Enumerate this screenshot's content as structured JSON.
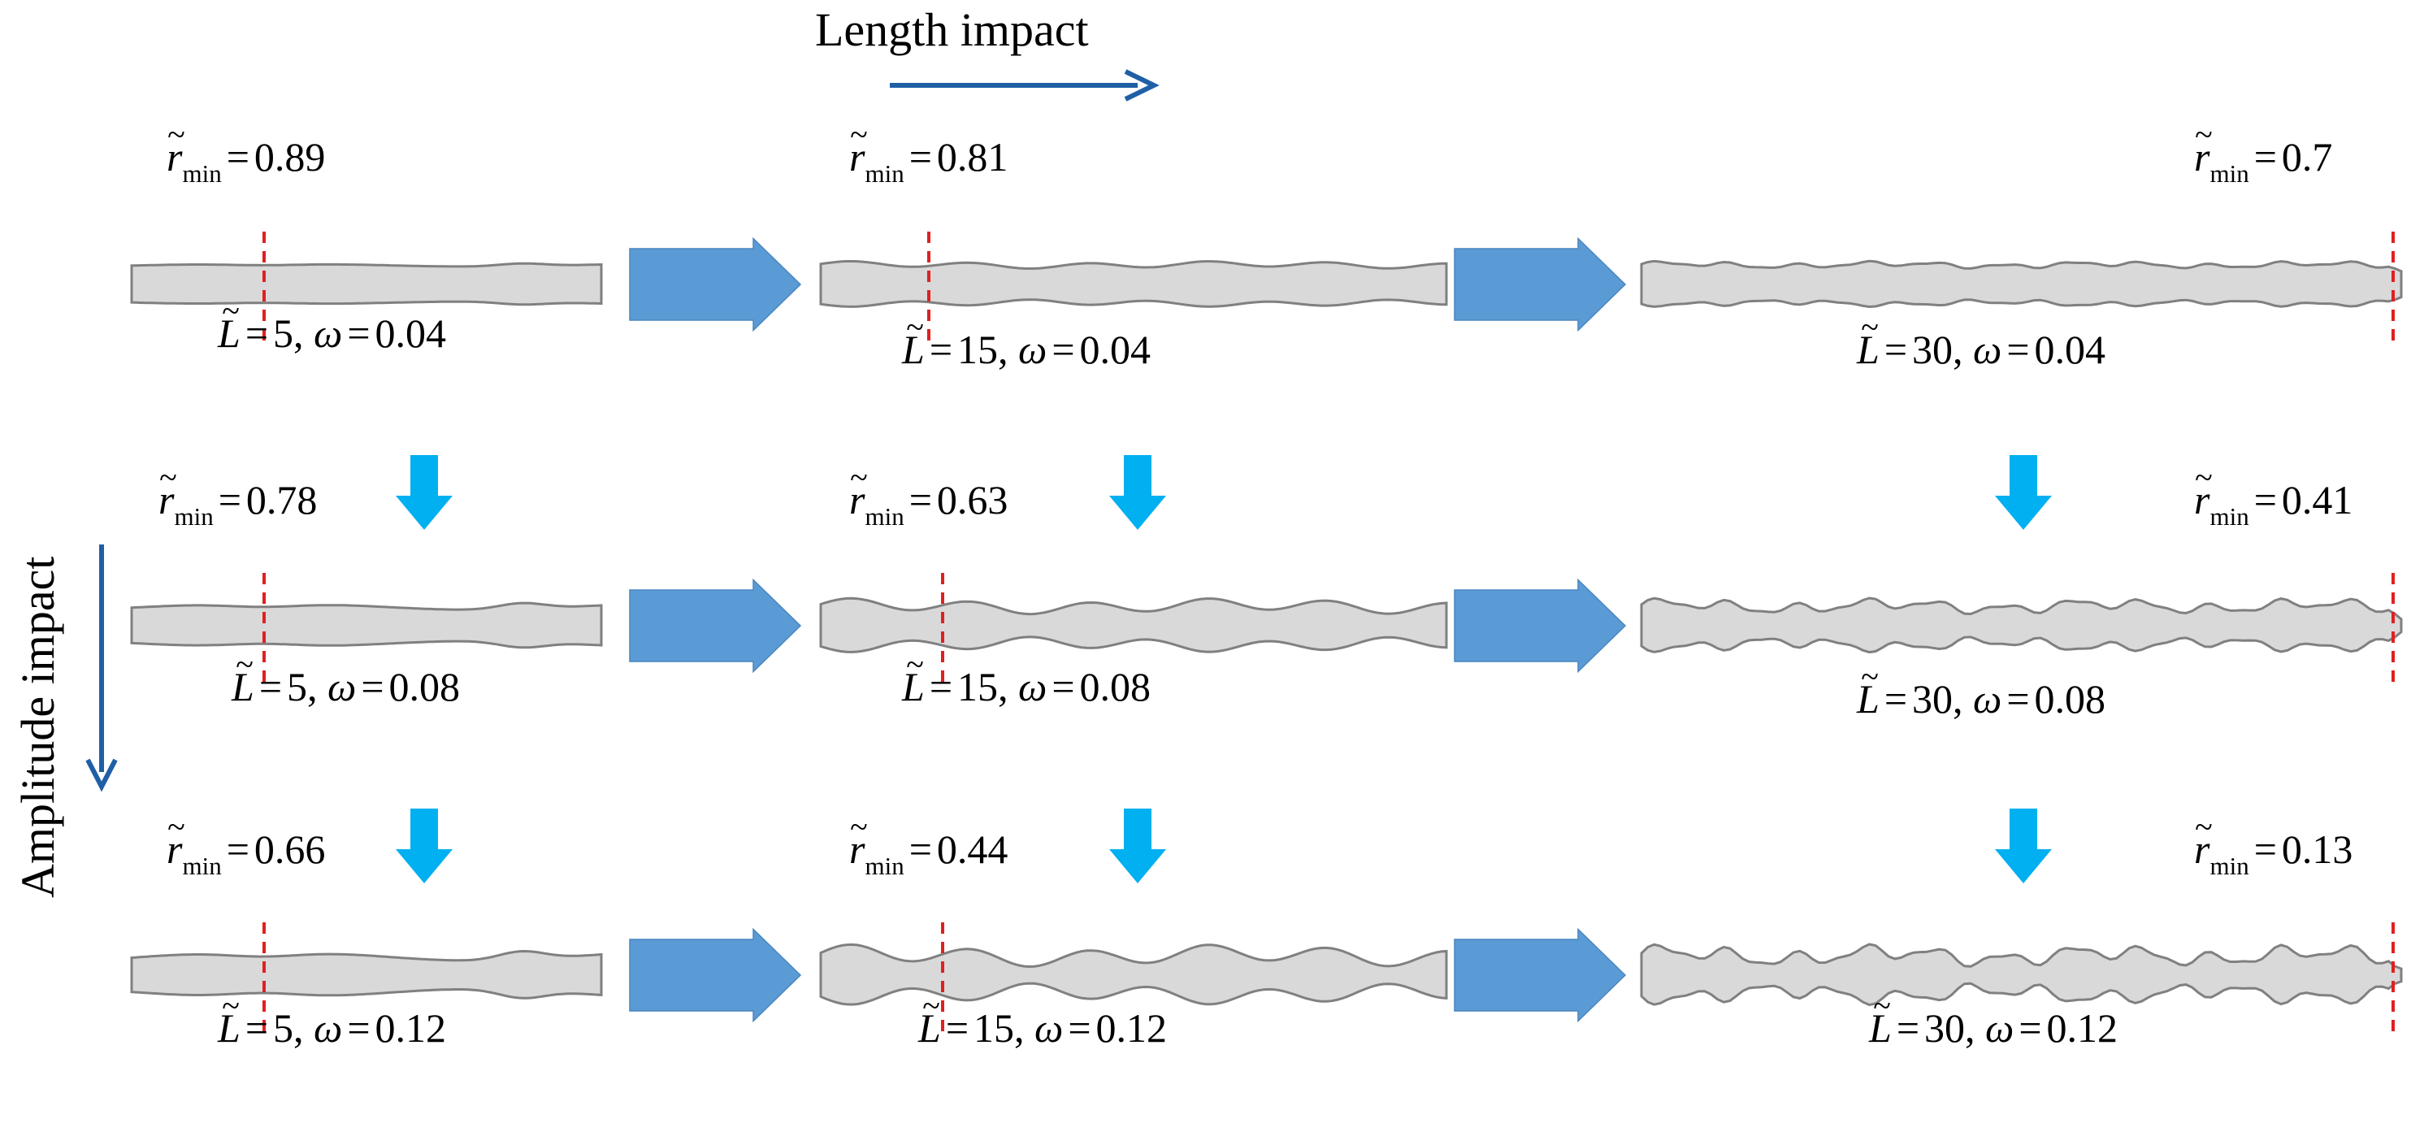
{
  "headers": {
    "length_impact": "Length impact",
    "amplitude_impact": "Amplitude impact"
  },
  "colors": {
    "blue_arrow": "#5b9bd5",
    "cyan_arrow": "#00b0f0",
    "impact_arrow": "#1f5fa6",
    "shape_fill": "#d9d9d9",
    "shape_edge": "#808080",
    "marker": "#e02020"
  },
  "symbols": {
    "r_sub": "min",
    "L": "L",
    "omega": "ω",
    "eq": "="
  },
  "cells": [
    {
      "row": 0,
      "col": 0,
      "rmin": "0.89",
      "L": "5",
      "omega": "0.04"
    },
    {
      "row": 0,
      "col": 1,
      "rmin": "0.81",
      "L": "15",
      "omega": "0.04"
    },
    {
      "row": 0,
      "col": 2,
      "rmin": "0.7",
      "L": "30",
      "omega": "0.04"
    },
    {
      "row": 1,
      "col": 0,
      "rmin": "0.78",
      "L": "5",
      "omega": "0.08"
    },
    {
      "row": 1,
      "col": 1,
      "rmin": "0.63",
      "L": "15",
      "omega": "0.08"
    },
    {
      "row": 1,
      "col": 2,
      "rmin": "0.41",
      "L": "30",
      "omega": "0.08"
    },
    {
      "row": 2,
      "col": 0,
      "rmin": "0.66",
      "L": "5",
      "omega": "0.12"
    },
    {
      "row": 2,
      "col": 1,
      "rmin": "0.44",
      "L": "15",
      "omega": "0.12"
    },
    {
      "row": 2,
      "col": 2,
      "rmin": "0.13",
      "L": "30",
      "omega": "0.12"
    }
  ]
}
